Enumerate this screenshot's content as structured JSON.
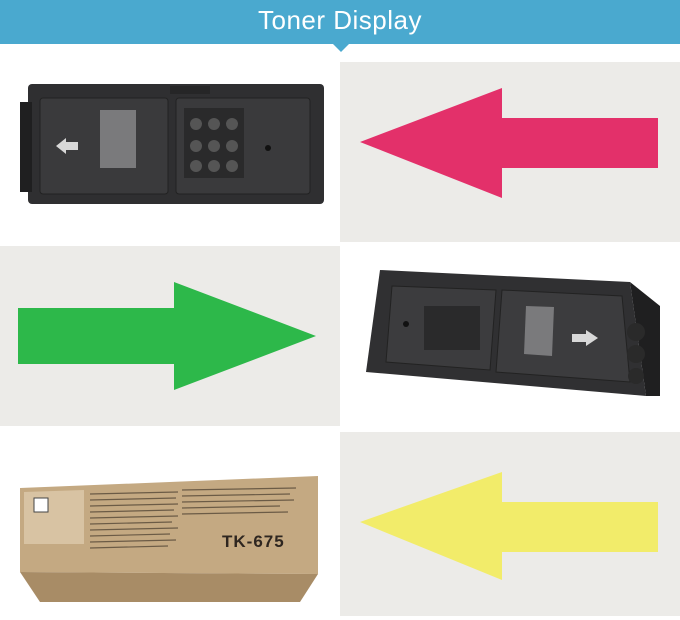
{
  "header": {
    "title": "Toner Display",
    "color": "#4aa9cf"
  },
  "panels": {
    "row1_arrow": {
      "direction": "left",
      "color": "#e3306a"
    },
    "row2_arrow": {
      "direction": "right",
      "color": "#2db84a"
    },
    "row3_arrow": {
      "direction": "left",
      "color": "#f2ec6a"
    }
  },
  "box_label": {
    "model": "TK-675"
  }
}
